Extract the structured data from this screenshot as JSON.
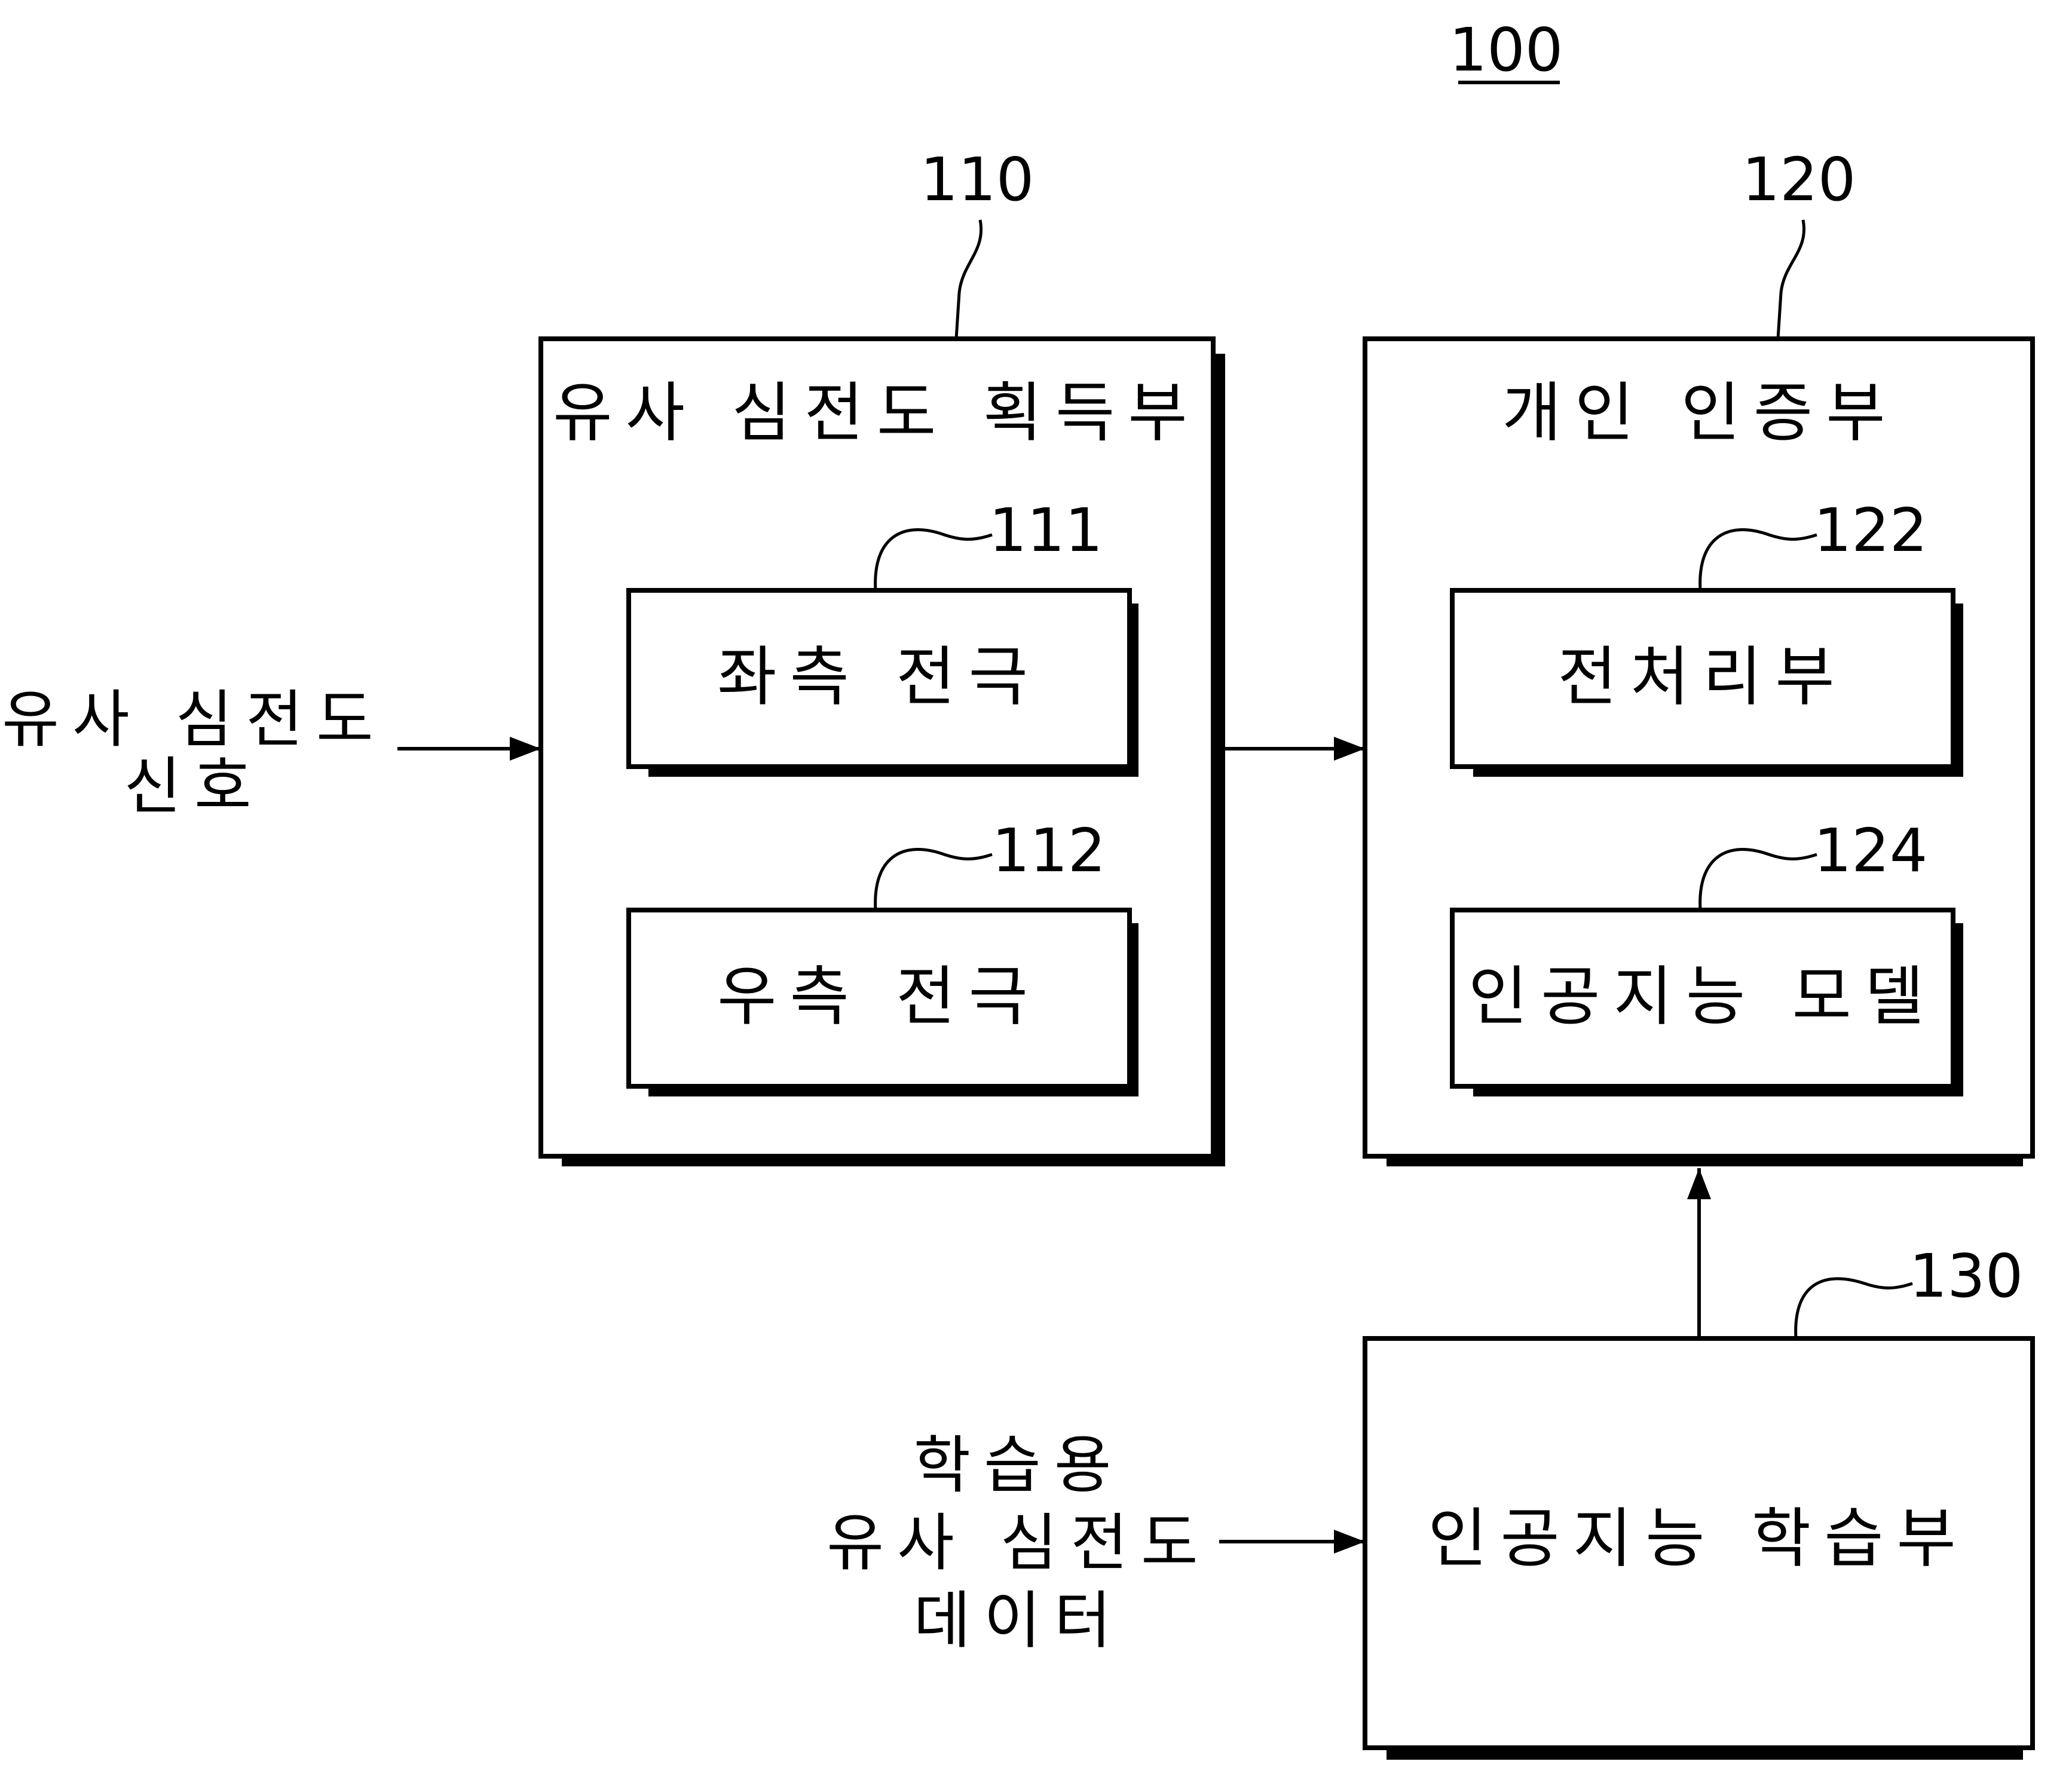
{
  "figure": {
    "ref": "100"
  },
  "blocks": {
    "acquisition": {
      "ref": "110",
      "title": "유사 심전도 획득부",
      "left_electrode": {
        "ref": "111",
        "label": "좌측 전극"
      },
      "right_electrode": {
        "ref": "112",
        "label": "우측 전극"
      }
    },
    "authentication": {
      "ref": "120",
      "title": "개인 인증부",
      "preprocessing": {
        "ref": "122",
        "label": "전처리부"
      },
      "ai_model": {
        "ref": "124",
        "label": "인공지능 모델"
      }
    },
    "learning": {
      "ref": "130",
      "label": "인공지능 학습부"
    }
  },
  "inputs": {
    "signal": [
      "유사 심전도",
      "신호"
    ],
    "training": [
      "학습용",
      "유사 심전도",
      "데이터"
    ]
  }
}
